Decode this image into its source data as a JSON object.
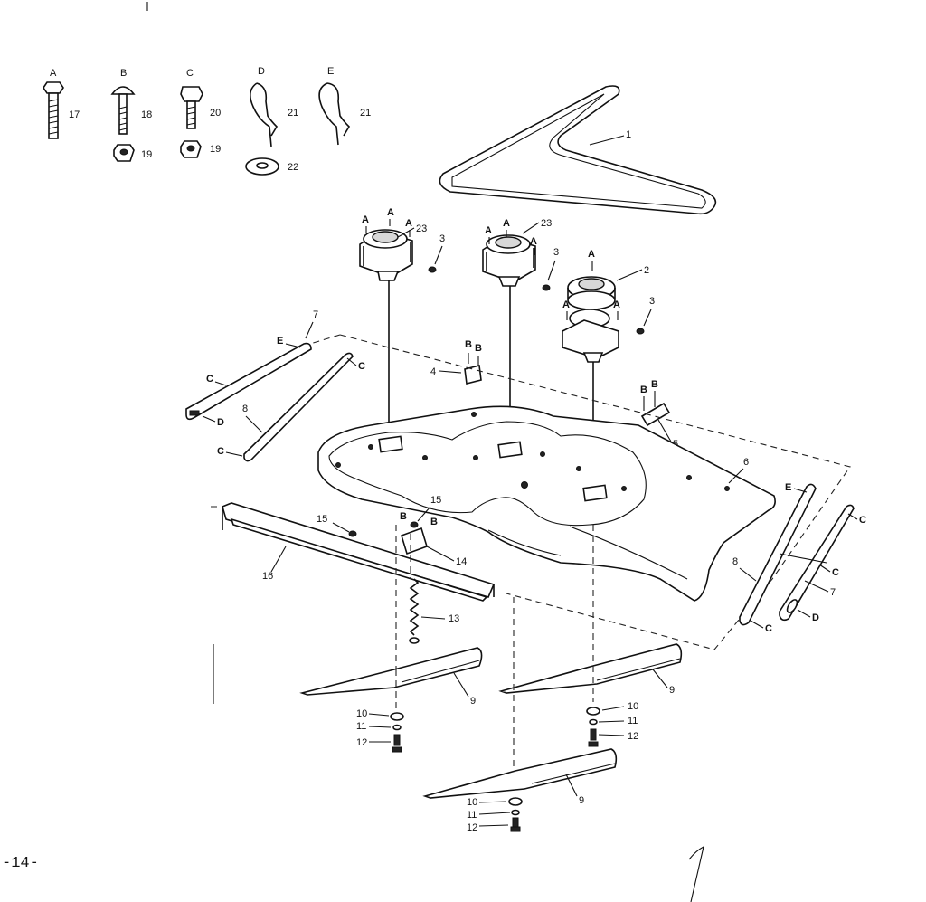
{
  "page_number": "-14-",
  "hardware_legend": [
    {
      "letter": "A",
      "bolt_ref": "17",
      "nut_ref": ""
    },
    {
      "letter": "B",
      "bolt_ref": "18",
      "nut_ref": "19"
    },
    {
      "letter": "C",
      "bolt_ref": "20",
      "nut_ref": "19"
    },
    {
      "letter": "D",
      "bolt_ref": "21",
      "nut_ref": "22"
    },
    {
      "letter": "E",
      "bolt_ref": "21",
      "nut_ref": ""
    }
  ],
  "callouts": {
    "belt": "1",
    "pulley": "2",
    "grease_fitting": "3",
    "bracket_left": "4",
    "bracket_right": "5",
    "deck": "6",
    "link": "7",
    "arm": "8",
    "blade": "9",
    "washer": "10",
    "lockwasher": "11",
    "bolt": "12",
    "spring": "13",
    "clip": "14",
    "nut": "15",
    "front_bar": "16",
    "spindle": "23"
  },
  "letters": {
    "A": "A",
    "B": "B",
    "C": "C",
    "D": "D",
    "E": "E"
  }
}
